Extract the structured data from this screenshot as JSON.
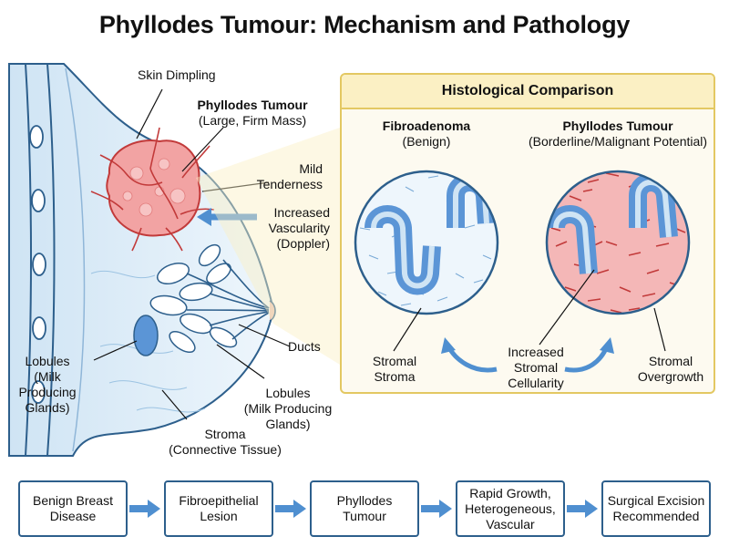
{
  "title": "Phyllodes Tumour: Mechanism and Pathology",
  "breast": {
    "skin_dimpling": "Skin Dimpling",
    "tumour_title": "Phyllodes Tumour",
    "tumour_sub": "(Large, Firm Mass)",
    "mild_tenderness": [
      "Mild",
      "Tenderness"
    ],
    "vascularity": [
      "Increased",
      "Vascularity",
      "(Doppler)"
    ],
    "ducts": "Ducts",
    "lobules_left": [
      "Lobules",
      "(Milk",
      "Producing",
      "Glands)"
    ],
    "lobules_right": [
      "Lobules",
      "(Milk Producing",
      "Glands)"
    ],
    "stroma": [
      "Stroma",
      "(Connective Tissue)"
    ]
  },
  "histology": {
    "heading": "Histological Comparison",
    "fibroadenoma_title": "Fibroadenoma",
    "fibroadenoma_sub": "(Benign)",
    "phyllodes_title": "Phyllodes Tumour",
    "phyllodes_sub": "(Borderline/Malignant Potential)",
    "stromal_stroma": [
      "Stromal",
      "Stroma"
    ],
    "increased_cellularity": [
      "Increased",
      "Stromal",
      "Cellularity"
    ],
    "stromal_overgrowth": [
      "Stromal",
      "Overgrowth"
    ]
  },
  "flow": [
    "Benign Breast Disease",
    "Fibroepithelial Lesion",
    "Phyllodes Tumour",
    "Rapid Growth, Heterogeneous, Vascular",
    "Surgical Excision Recommended"
  ],
  "colors": {
    "outline": "#2d5f8c",
    "tumour": "#f2a3a3",
    "tumour_vessels": "#c23a3a",
    "gland": "#5b95d6",
    "panel_border": "#e3c862",
    "arrow": "#4f8fd0"
  }
}
